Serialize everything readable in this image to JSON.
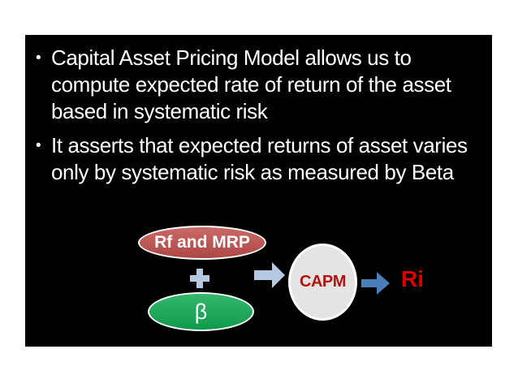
{
  "page": {
    "background": "#ffffff"
  },
  "slide": {
    "background": "#000000",
    "text_color": "#ffffff",
    "bullets": [
      {
        "marker": "•",
        "lines": [
          "Capital Asset Pricing Model allows us to",
          "compute expected rate of return of the asset",
          "based in systematic risk"
        ]
      },
      {
        "marker": "•",
        "lines": [
          "It asserts that expected returns of asset varies",
          "only by systematic risk as measured by Beta"
        ]
      }
    ],
    "diagram": {
      "input1": {
        "label": "Rf and MRP",
        "fill": "#c0504d",
        "text_color": "#ffffff"
      },
      "operator": {
        "label": "+",
        "color": "#b7c9e2"
      },
      "input2": {
        "label": "β",
        "fill": "#12ab53",
        "text_color": "#ffffff"
      },
      "arrow1": {
        "color": "#b7c9e2"
      },
      "model": {
        "label": "CAPM",
        "fill": "#e5e4e2",
        "text_color": "#b01513"
      },
      "arrow2": {
        "color": "#4a7ebb"
      },
      "output": {
        "label": "Ri",
        "color": "#dd0000"
      }
    }
  }
}
